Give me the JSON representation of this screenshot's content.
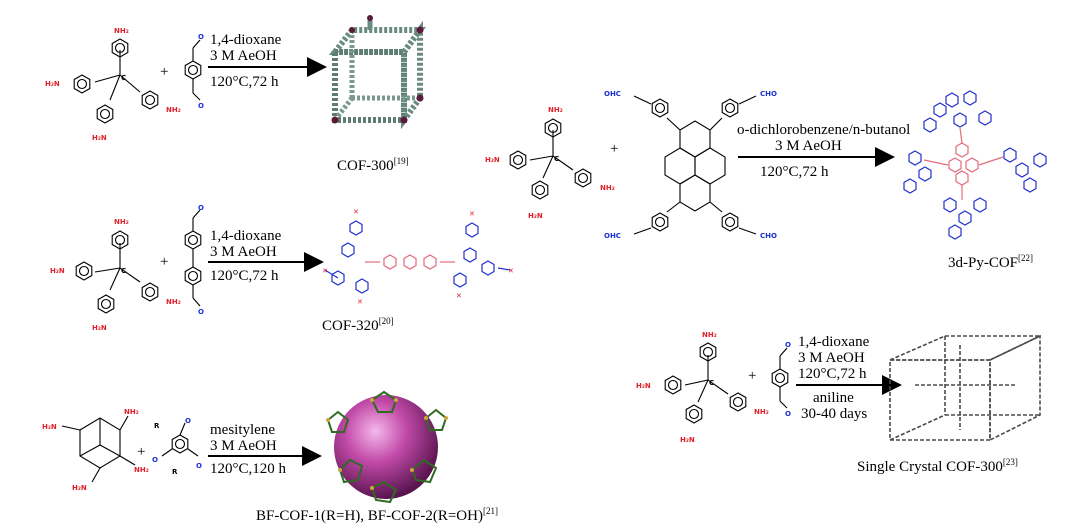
{
  "reactions": [
    {
      "id": "cof300",
      "conditions": [
        "1,4-dioxane",
        "3 M   AeOH",
        "120°C,72 h"
      ],
      "product_name": "COF-300",
      "ref": "[19]"
    },
    {
      "id": "cof320",
      "conditions": [
        "1,4-dioxane",
        "3 M   AeOH",
        "120°C,72 h"
      ],
      "product_name": "COF-320",
      "ref": "[20]"
    },
    {
      "id": "bfcof",
      "conditions": [
        "mesitylene",
        "3 M   AeOH",
        "120°C,120 h"
      ],
      "product_name": "BF-COF-1(R=H), BF-COF-2(R=OH)",
      "ref": "[21]"
    },
    {
      "id": "pycof",
      "conditions": [
        "o-dichlorobenzene/n-butanol",
        "3 M   AeOH",
        "120°C,72 h"
      ],
      "product_name": "3d-Py-COF",
      "ref": "[22]"
    },
    {
      "id": "sccof300",
      "conditions": [
        "1,4-dioxane",
        "3 M   AeOH",
        "120°C,72 h",
        "aniline",
        "30-40 days"
      ],
      "product_name": "Single Crystal COF-300",
      "ref": "[23]"
    }
  ],
  "atom_labels": {
    "nh2": "NH₂",
    "h2n": "H₂N",
    "cho": "CHO",
    "ohc": "OHC",
    "plus": "+",
    "r": "R",
    "o": "O"
  },
  "colors": {
    "amine_red": "#e0202a",
    "aldehyde_blue": "#1a2ecf",
    "framework_blue": "#2233cc",
    "framework_pink": "#e46a7a",
    "sphere_magenta": "#b0409a",
    "framework_green": "#3b7a2a"
  }
}
